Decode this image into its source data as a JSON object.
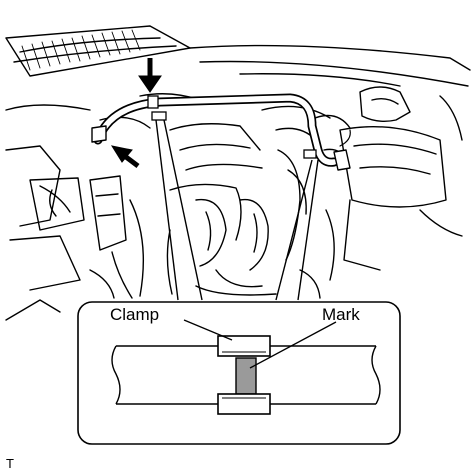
{
  "diagram": {
    "labels": {
      "clamp": "Clamp",
      "mark": "Mark"
    },
    "corner_code": "T"
  }
}
